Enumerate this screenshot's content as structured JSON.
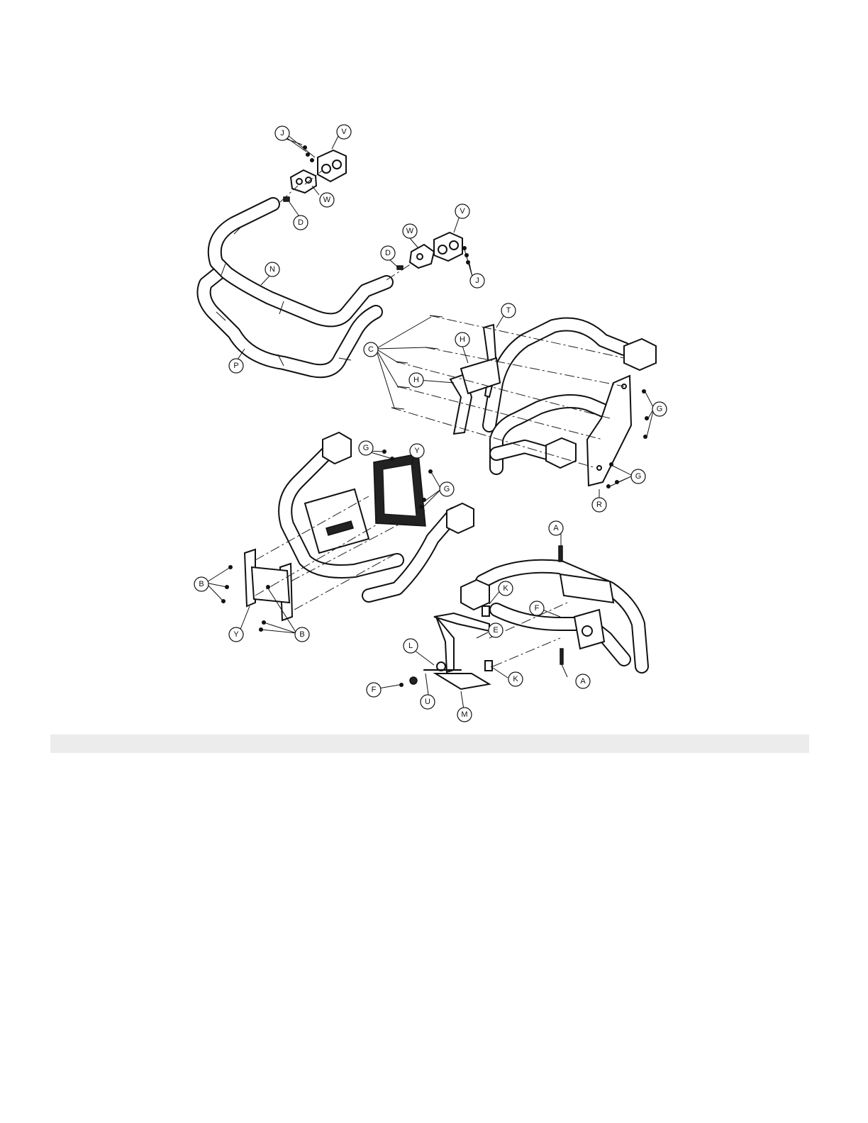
{
  "labels": {
    "A": "A",
    "B": "B",
    "C": "C",
    "D": "D",
    "E": "E",
    "F": "F",
    "G": "G",
    "H": "H",
    "J": "J",
    "K": "K",
    "L": "L",
    "M": "M",
    "N": "N",
    "P": "P",
    "R": "R",
    "T": "T",
    "U": "U",
    "V": "V",
    "W": "W",
    "Y": "Y"
  },
  "colors": {
    "line": "#111111",
    "paper": "#ffffff",
    "footer_bar": "#ececec"
  }
}
